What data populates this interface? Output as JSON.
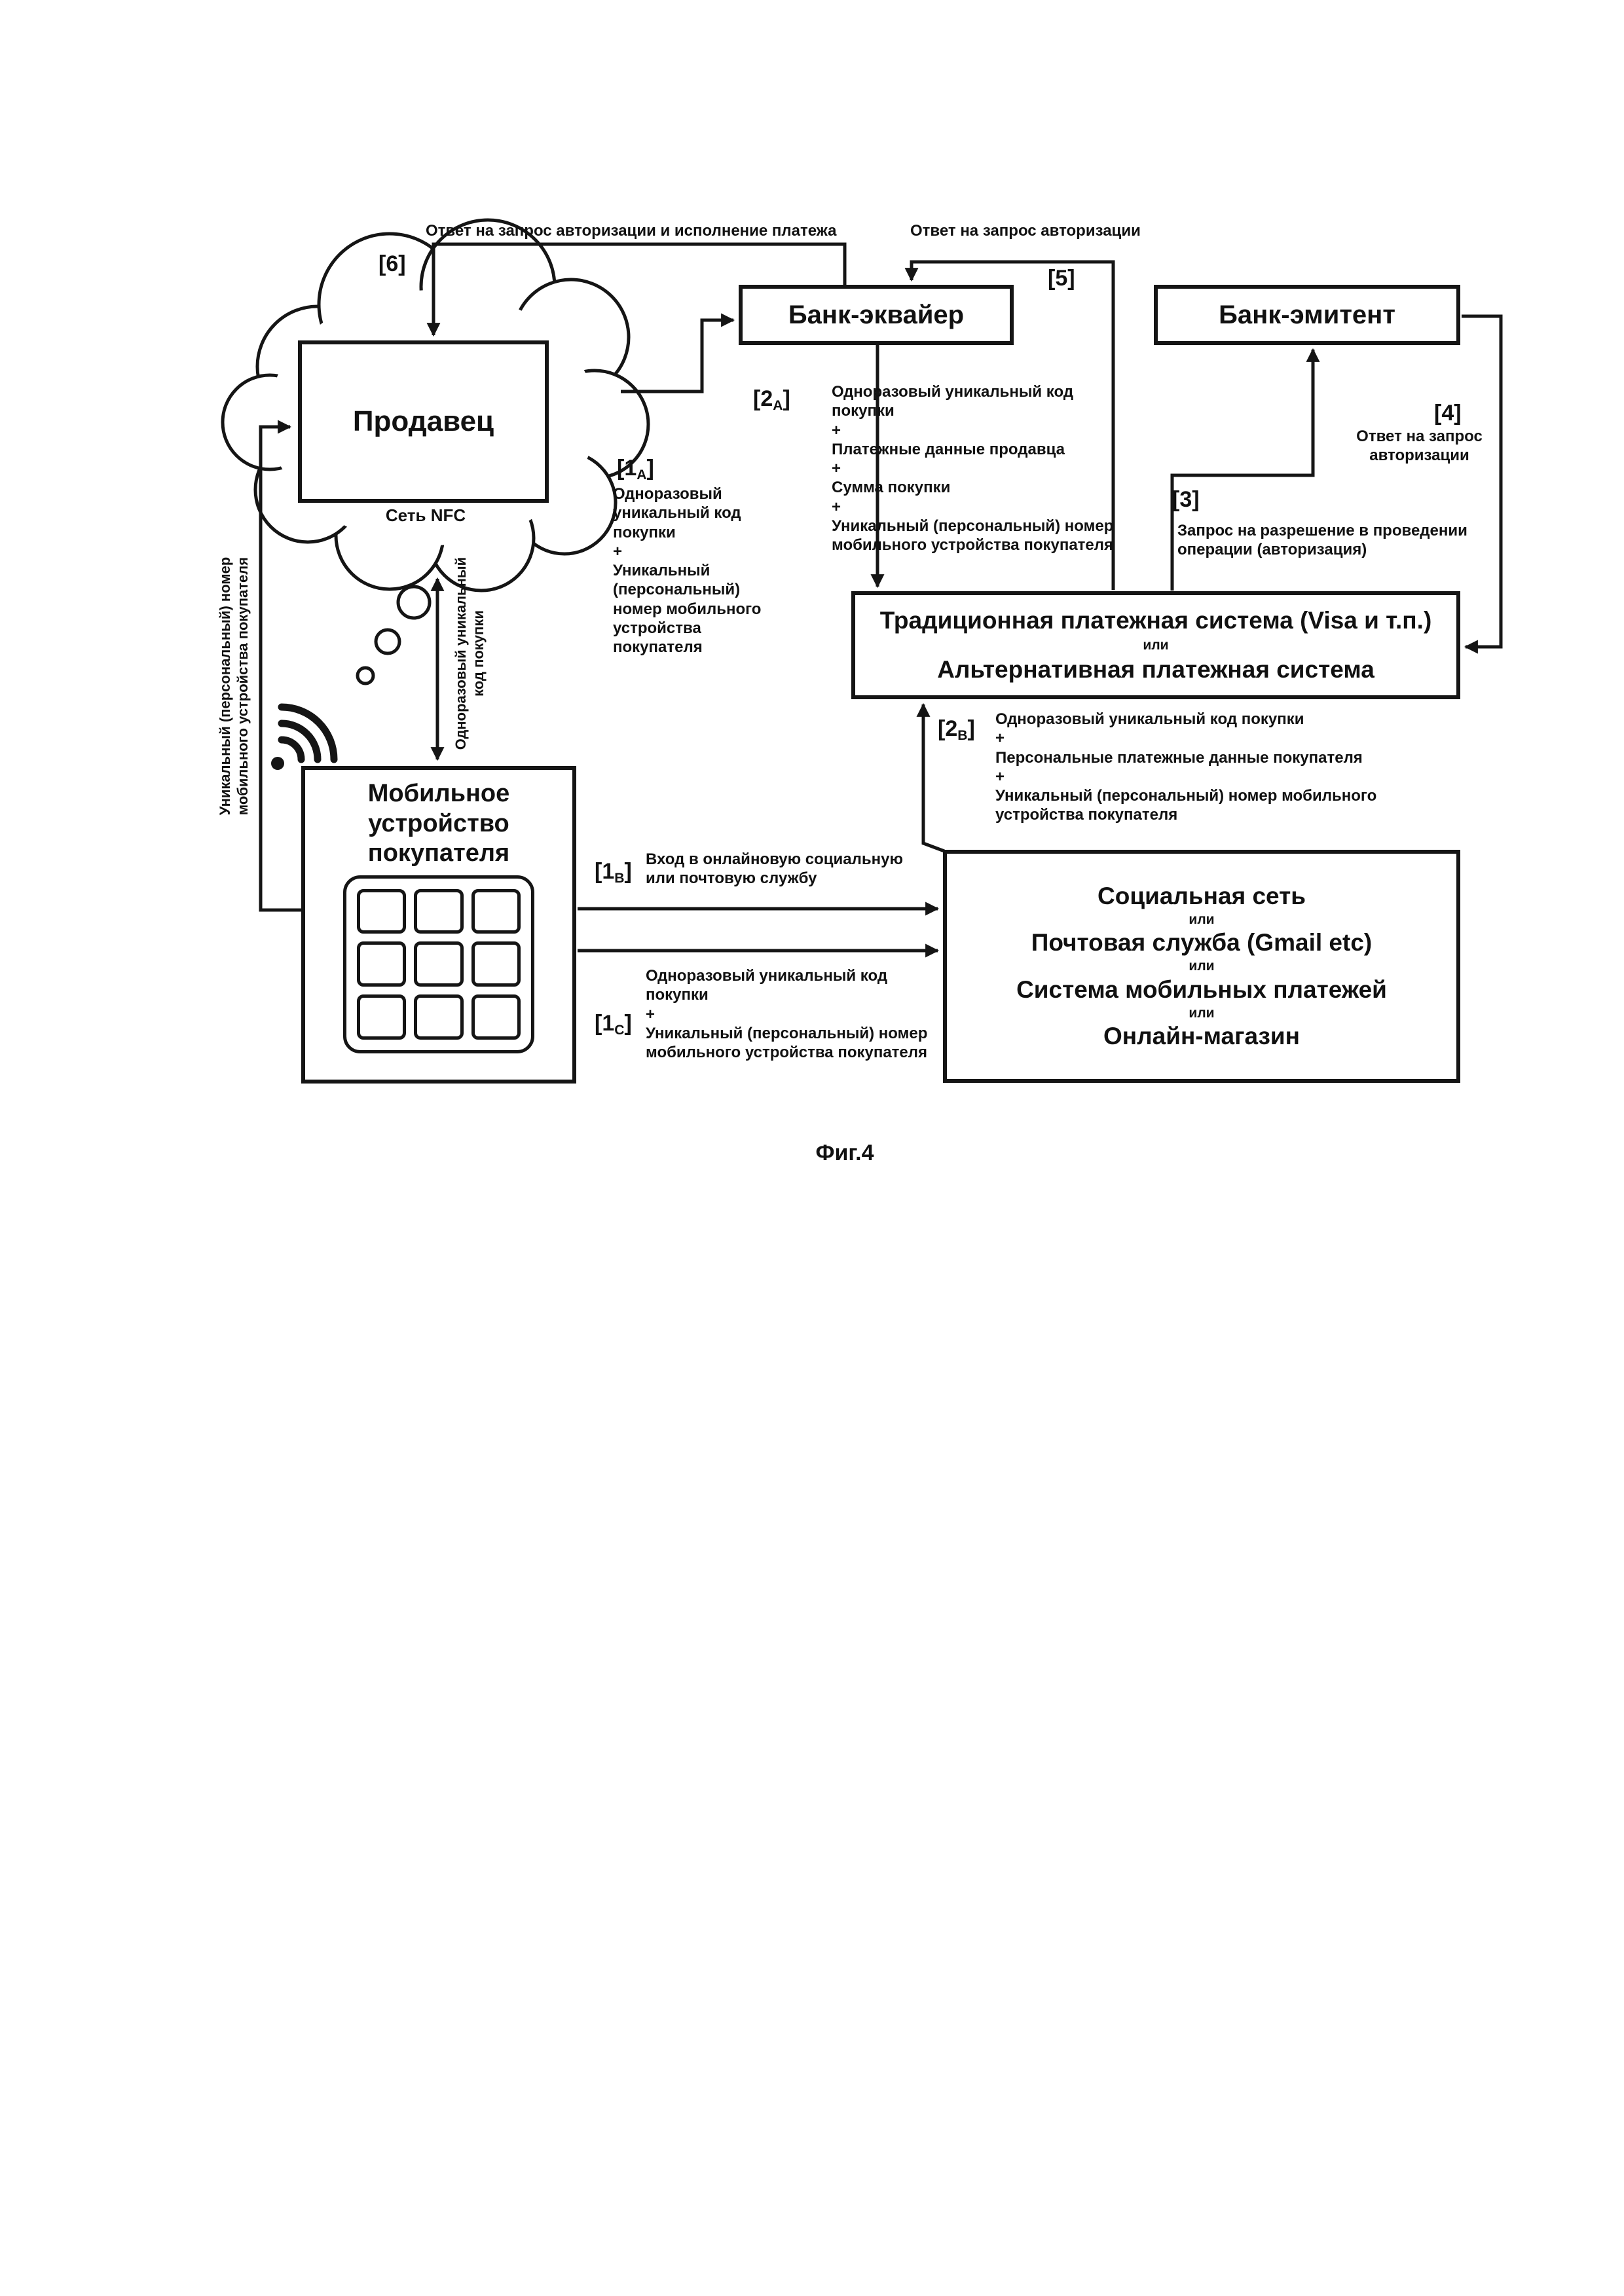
{
  "figure_caption": "Фиг.4",
  "nodes": {
    "seller": "Продавец",
    "nfc_network": "Сеть NFC",
    "acquirer": "Банк-эквайер",
    "issuer": "Банк-эмитент",
    "payment": {
      "primary": "Традиционная платежная система (Visa и т.п.)",
      "or": "или",
      "alt": "Альтернативная платежная система"
    },
    "mobile": "Мобильное\nустройство\nпокупателя",
    "services": {
      "l1": "Социальная сеть",
      "or1": "или",
      "l2": "Почтовая служба (Gmail etc)",
      "or2": "или",
      "l3": "Система мобильных платежей",
      "or3": "или",
      "l4": "Онлайн-магазин"
    }
  },
  "edges": {
    "e6": {
      "pre": "[6",
      "sub": "",
      "post": "]",
      "text": "Ответ на запрос авторизации и исполнение платежа"
    },
    "e5": {
      "pre": "[5",
      "sub": "",
      "post": "]",
      "text": "Ответ на запрос авторизации"
    },
    "e4": {
      "pre": "[4",
      "sub": "",
      "post": "]",
      "text": "Ответ на запрос\nавторизации"
    },
    "e3": {
      "pre": "[3",
      "sub": "",
      "post": "]",
      "text": "Запрос на разрешение в проведении\nоперации (авторизация)"
    },
    "e2a": {
      "pre": "[2",
      "sub": "A",
      "post": "]",
      "text": "Одноразовый уникальный код\nпокупки\n+\nПлатежные данные продавца\n+\nСумма покупки\n+\nУникальный (персональный) номер\nмобильного устройства покупателя"
    },
    "e2b": {
      "pre": "[2",
      "sub": "B",
      "post": "]",
      "text": "Одноразовый уникальный код покупки\n+\nПерсональные платежные данные покупателя\n+\nУникальный (персональный) номер мобильного\nустройства покупателя"
    },
    "e1a": {
      "pre": "[1",
      "sub": "A",
      "post": "]",
      "text": "Одноразовый\nуникальный код\nпокупки\n+\nУникальный\n(персональный)\nномер мобильного\nустройства покупателя"
    },
    "e1b": {
      "pre": "[1",
      "sub": "B",
      "post": "]",
      "text": "Вход в онлайновую социальную\nили почтовую службу"
    },
    "e1c": {
      "pre": "[1",
      "sub": "C",
      "post": "]",
      "text": "Одноразовый уникальный код\nпокупки\n+\nУникальный (персональный) номер\nмобильного устройства покупателя"
    }
  },
  "rotated": {
    "device_number": "Уникальный (персональный) номер мобильного устройства покупателя",
    "purchase_code": "Одноразовый уникальный код покупки"
  }
}
